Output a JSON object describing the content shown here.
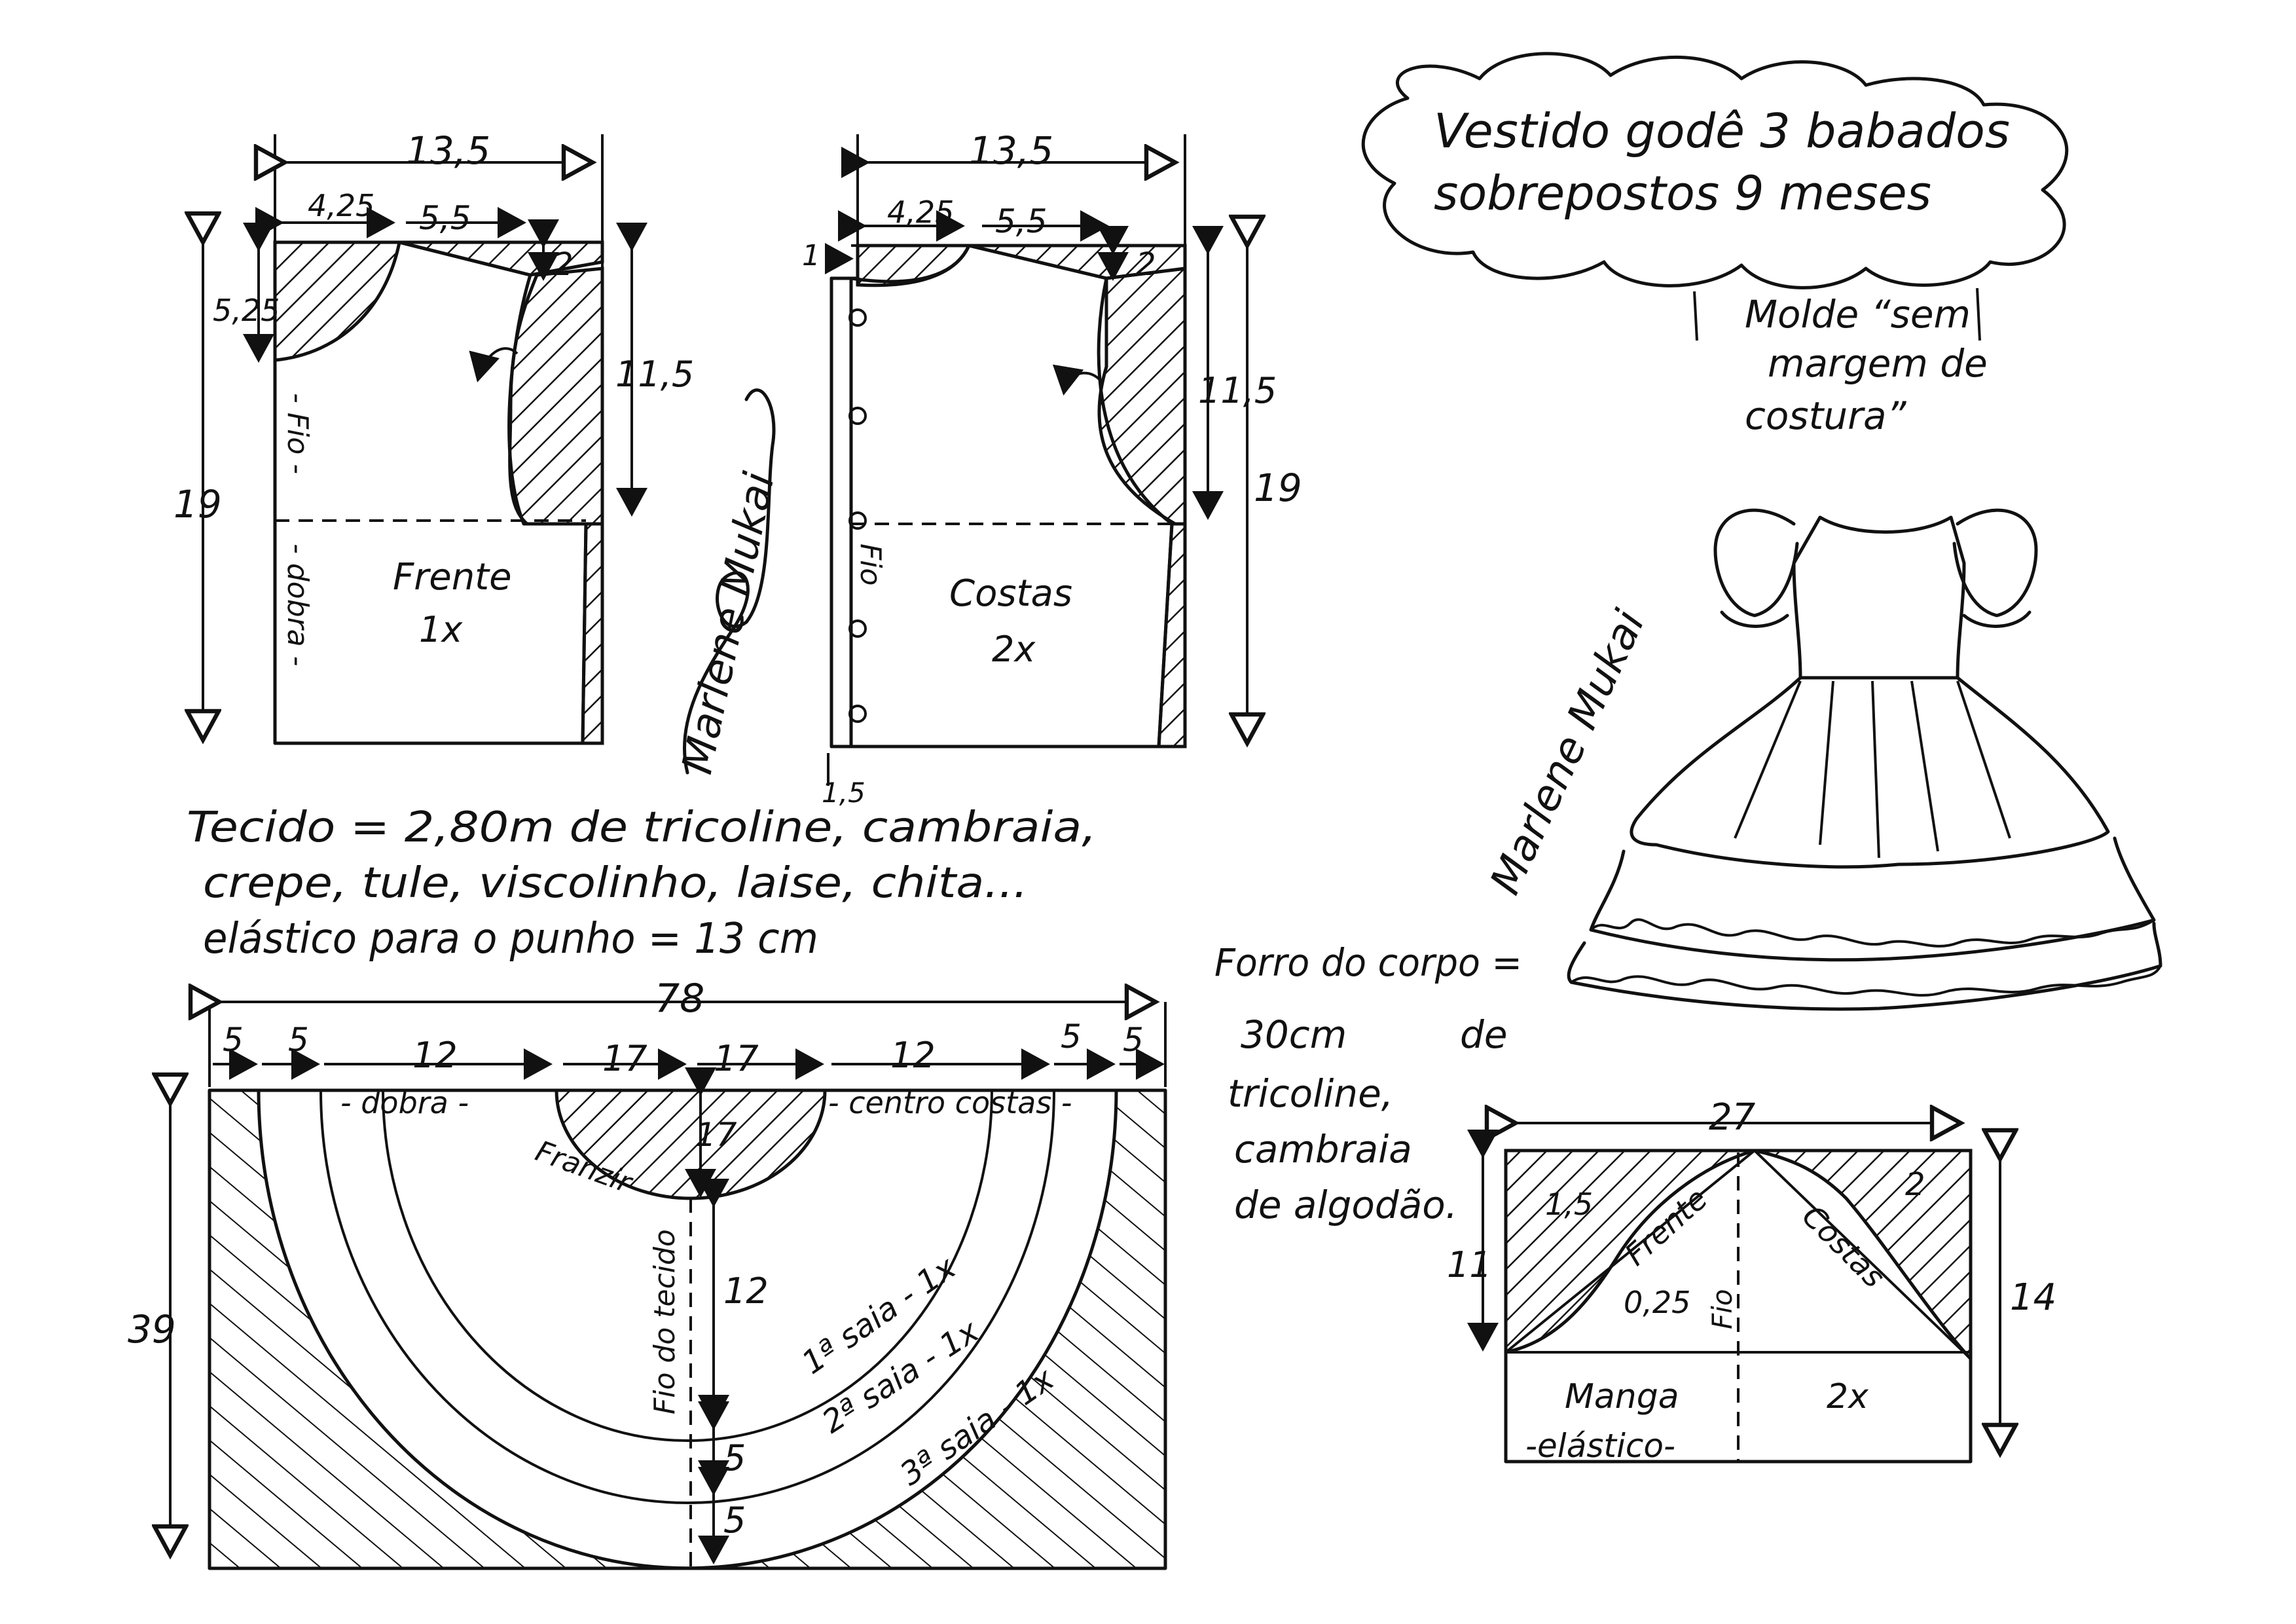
{
  "title_line1": "Vestido godê 3 babados",
  "title_line2": "sobrepostos 9 meses",
  "mold_note": [
    "Molde “sem",
    "margem de",
    "costura”"
  ],
  "signature": "Marlene Mukai",
  "front": {
    "width": "13,5",
    "neck_w": "4,25",
    "shoulder_w": "5,5",
    "neck_d": "5,25",
    "shoulder_drop": "2",
    "armhole_h": "11,5",
    "total_h": "19",
    "grain": "- Fio -",
    "fold": "- dobra -",
    "label": "Frente",
    "count": "1x"
  },
  "back": {
    "width": "13,5",
    "neck_w": "4,25",
    "shoulder_w": "5,5",
    "neck_d": "1",
    "shoulder_drop": "2",
    "armhole_h": "11,5",
    "total_h": "19",
    "grain": "Fio",
    "extension": "1,5",
    "label": "Costas",
    "count": "2x"
  },
  "fabric_lines": [
    "Tecido = 2,80m de tricoline, cambraia,",
    "crepe, tule, viscolinho, laise, chita...",
    "elástico para o punho = 13 cm"
  ],
  "lining_lines": [
    "Forro do corpo =",
    "30cm",
    "de",
    "tricoline,",
    "cambraia",
    "de algodão."
  ],
  "skirt": {
    "width": "78",
    "segments": [
      "5",
      "5",
      "12",
      "17",
      "17",
      "12",
      "5",
      "5"
    ],
    "height": "39",
    "fold": "- dobra -",
    "center_back": "- centro costas -",
    "gather": "Franzir",
    "waist_r": "17",
    "r1": "12",
    "r2": "5",
    "r3": "5",
    "grain": "Fio do tecido",
    "tiers": [
      "1ª saia - 1x",
      "2ª saia - 1x",
      "3ª saia - 1x"
    ]
  },
  "sleeve": {
    "width": "27",
    "left_h": "11",
    "right_h": "14",
    "front_ease": "1,5",
    "back_ease": "2",
    "low_ease": "0,25",
    "front": "Frente",
    "back": "Costas",
    "grain": "Fio",
    "label": "Manga",
    "count": "2x",
    "elastic": "-elástico-"
  }
}
